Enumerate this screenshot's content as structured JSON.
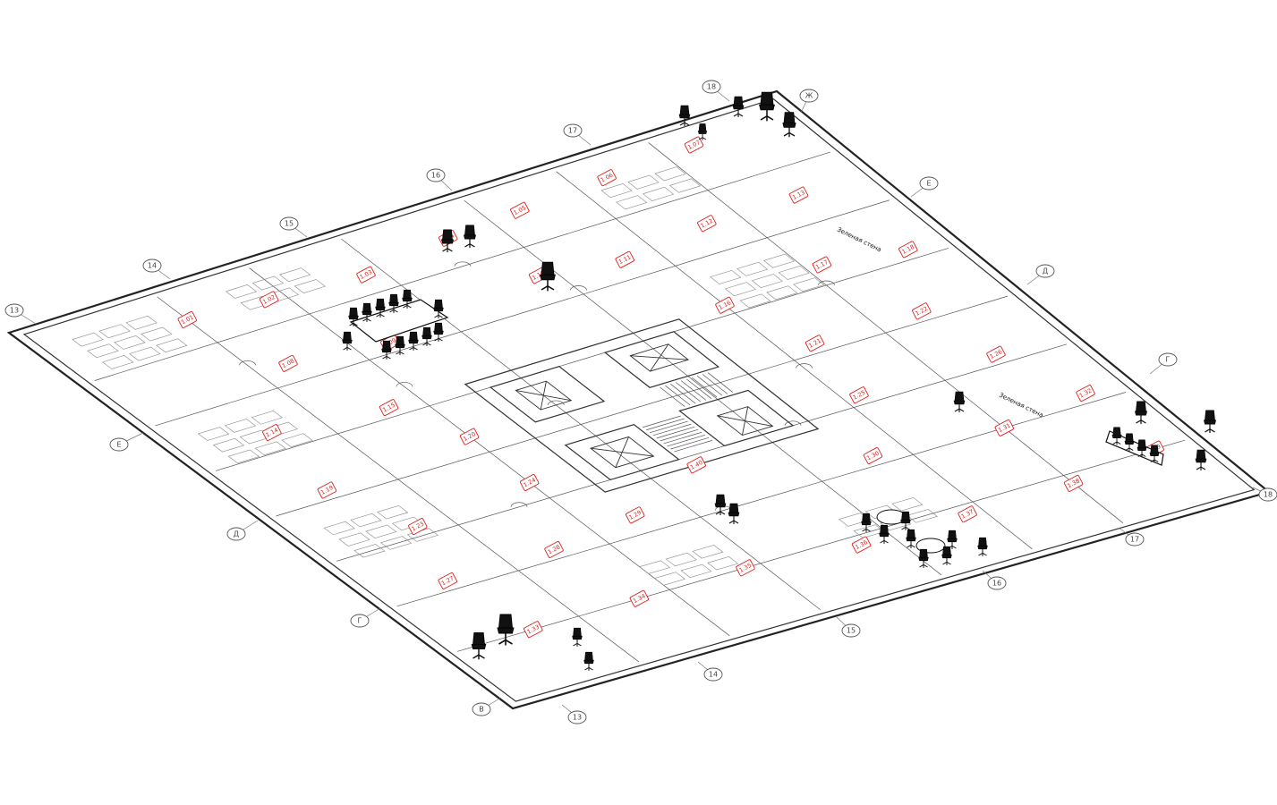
{
  "drawing": {
    "kind": "isometric office floor plan",
    "accent_color": "#e0201c",
    "line_color": "#333333",
    "background": "#ffffff"
  },
  "grid_bubbles_left_edge": [
    "13",
    "Е",
    "Д",
    "Г",
    "В"
  ],
  "grid_bubbles_top_edge": [
    "13",
    "14",
    "15",
    "16",
    "17",
    "18",
    "Ж"
  ],
  "grid_bubbles_right_edge": [
    "Е",
    "Д",
    "Г",
    "18"
  ],
  "grid_bubbles_bottom_edge": [
    "13",
    "14",
    "15",
    "16",
    "17"
  ],
  "labels": {
    "zone_a": "Зеленая стена",
    "zone_b": "Зеленая стена"
  },
  "room_tags": [
    "1.01",
    "1.02",
    "1.03",
    "1.04",
    "1.05",
    "1.06",
    "1.07",
    "1.08",
    "1.09",
    "1.10",
    "1.11",
    "1.12",
    "1.13",
    "1.14",
    "1.15",
    "1.16",
    "1.17",
    "1.18",
    "1.19",
    "1.20",
    "1.21",
    "1.22",
    "1.23",
    "1.24",
    "1.25",
    "1.26",
    "1.27",
    "1.28",
    "1.29",
    "1.30",
    "1.31",
    "1.32",
    "1.33",
    "1.34",
    "1.35",
    "1.36",
    "1.37",
    "1.38",
    "1.39",
    "1.40"
  ],
  "icons": {
    "chair": "office-chair-icon",
    "lounge": "lounge-chair-icon",
    "table": "meeting-table-icon"
  }
}
